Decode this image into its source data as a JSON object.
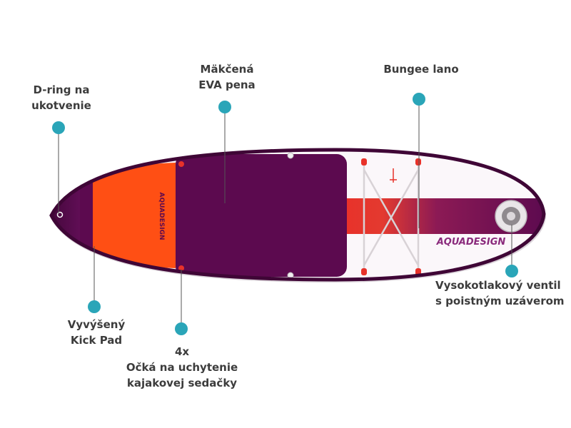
{
  "colors": {
    "deck_purple": "#5c0a4f",
    "kick_pad_orange": "#ff4f14",
    "callout_teal": "#2aa5b8",
    "rail_dark": "#3f0636",
    "label_text": "#3c3c3c",
    "stripe_red": "#e8322a",
    "brand_text": "#8a2a7c"
  },
  "board": {
    "brand_main": "AQUADESIGN",
    "brand_pad": "AQUADESIGN"
  },
  "callouts": {
    "d_ring": {
      "lines": [
        "D-ring na",
        "ukotvenie"
      ],
      "icon": "teal-dot"
    },
    "eva_foam": {
      "lines": [
        "Mäkčená",
        "EVA pena"
      ],
      "icon": "teal-dot"
    },
    "bungee": {
      "lines": [
        "Bungee lano"
      ],
      "icon": "teal-dot"
    },
    "kick_pad": {
      "lines": [
        "Vyvýšený",
        "Kick Pad"
      ],
      "icon": "teal-dot"
    },
    "seat_rings": {
      "lines": [
        "4x",
        "Očká na uchytenie",
        "kajakovej sedačky"
      ],
      "icon": "teal-dot"
    },
    "valve": {
      "lines": [
        "Vysokotlakový ventil",
        "s poistným uzáverom"
      ],
      "icon": "teal-dot"
    }
  }
}
